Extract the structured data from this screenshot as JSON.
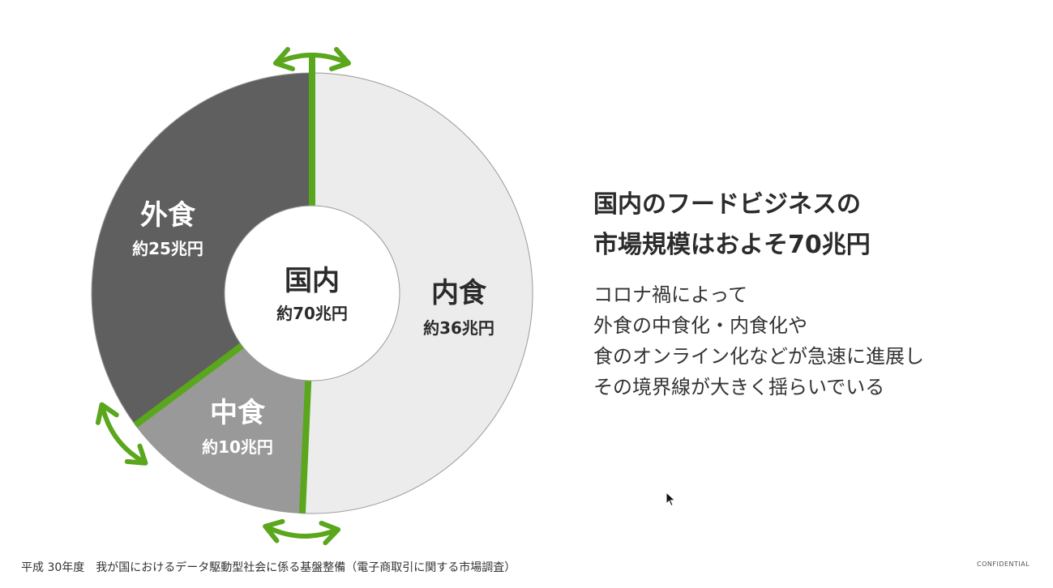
{
  "chart_data": {
    "type": "pie",
    "style": "donut",
    "center": {
      "label": "国内",
      "value_label": "約70兆円",
      "total": 70
    },
    "slices": [
      {
        "name": "内食",
        "value": 36,
        "value_label": "約36兆円",
        "color": "#ececec",
        "text_color": "#2b2b2b"
      },
      {
        "name": "中食",
        "value": 10,
        "value_label": "約10兆円",
        "color": "#999999",
        "text_color": "#ffffff"
      },
      {
        "name": "外食",
        "value": 25,
        "value_label": "約25兆円",
        "color": "#5f5f5f",
        "text_color": "#ffffff"
      }
    ],
    "boundary_color": "#5aa61c"
  },
  "text_panel": {
    "headline_lines": [
      "国内のフードビジネスの",
      "市場規模はおよそ70兆円"
    ],
    "body_lines": [
      "コロナ禍によって",
      "外食の中食化・内食化や",
      "食のオンライン化などが急速に進展し",
      "その境界線が大きく揺らいでいる"
    ]
  },
  "footer": {
    "source": "平成 30年度　我が国におけるデータ駆動型社会に係る基盤整備（電子商取引に関する市場調査）",
    "confidential": "CONFIDENTIAL"
  },
  "icons": [
    "double-arrow-icon",
    "cursor-icon"
  ]
}
